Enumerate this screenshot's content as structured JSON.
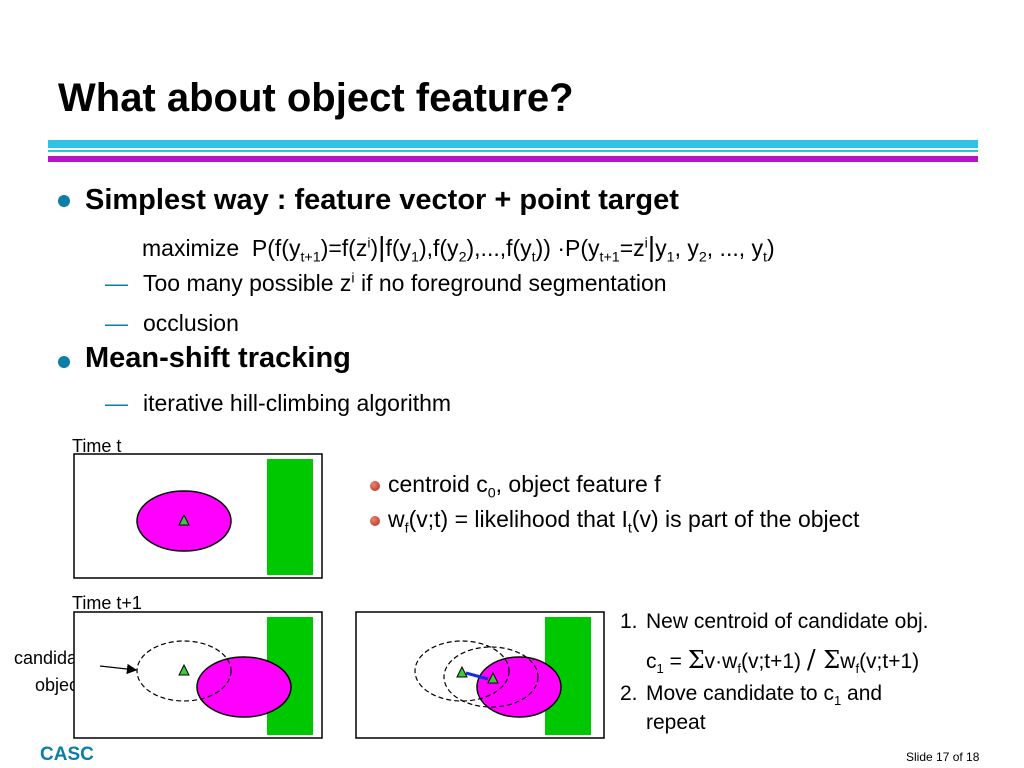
{
  "slide": {
    "title": "What about object feature?",
    "footer_org": "CASC",
    "footer_slide": "Slide 17 of 18"
  },
  "colors": {
    "bar_cyan": "#2cc3e4",
    "bar_magenta": "#b614c6",
    "accent_blue": "#0b7fa6",
    "ellipse_magenta": "#ff00ff",
    "rect_green": "#00c800",
    "triangle_green": "#3ec83e",
    "arrow_blue": "#1a2cd6"
  },
  "bullet1": {
    "heading": "Simplest way : feature vector + point target",
    "formula": {
      "maximize": "maximize",
      "p1": "P(f(y",
      "s1": "t+1",
      "p2": ")=f(z",
      "s2": "i",
      "p3": ")",
      "bar": "|",
      "p4": "f(y",
      "s4": "1",
      "p5": "),f(y",
      "s5": "2",
      "p6": "),...,f(y",
      "s6": "t",
      "p7": ")) ·P(y",
      "s7": "t+1",
      "p8": "=z",
      "s8": "i",
      "bar2": "|",
      "p9": "y",
      "s9": "1",
      "p10": ", y",
      "s10": "2",
      "p11": ", ..., y",
      "s11": "t",
      "p12": ")"
    },
    "sub1": {
      "a": "Too many possible z",
      "sup": "i",
      "b": " if no foreground segmentation"
    },
    "sub2": "occlusion"
  },
  "bullet2": {
    "heading": "Mean-shift tracking",
    "sub1": "iterative hill-climbing algorithm"
  },
  "dash": "—",
  "figures": {
    "label_t": "Time t",
    "label_t1": "Time t+1",
    "candidate_label_1": "candidate",
    "candidate_label_2": "object"
  },
  "notes": {
    "n1": {
      "a": "centroid c",
      "sub": "0",
      "b": ", object feature f"
    },
    "n2": {
      "a": "w",
      "sub1": "f",
      "b": "(v;t) = likelihood that I",
      "sub2": "t",
      "c": "(v) is part of the object"
    }
  },
  "steps": {
    "s1_num": "1.",
    "s1_text": "New centroid of candidate obj.",
    "s1_formula": {
      "a": "c",
      "sub1": "1",
      "b": " = ",
      "sigma1": "Σ",
      "c": "v·w",
      "sub2": "f",
      "d": "(v;t+1) ",
      "slash": "/",
      "sigma2": " Σ",
      "e": "w",
      "sub3": "f",
      "f": "(v;t+1)"
    },
    "s2_num": "2.",
    "s2_text_1": "Move candidate to c",
    "s2_sub": "1",
    "s2_text_2": " and",
    "s2_text_3": "repeat"
  }
}
